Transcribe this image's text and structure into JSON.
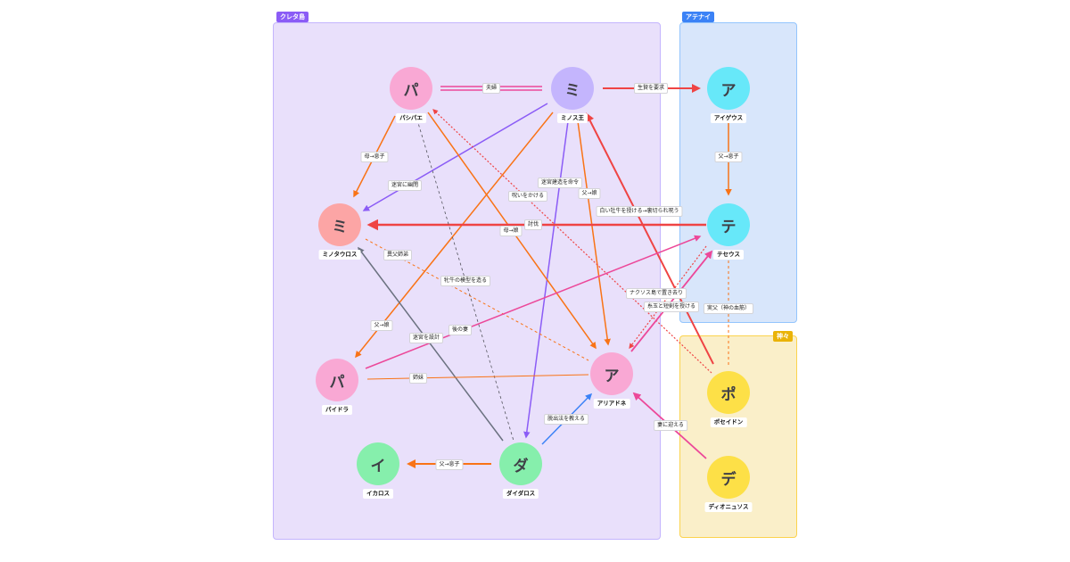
{
  "groups": {
    "crete": {
      "label": "クレタ島",
      "color": "#8b5cf6",
      "bg": "#e9e0fb",
      "border": "#c4b5fd"
    },
    "athens": {
      "label": "アテナイ",
      "color": "#3b82f6",
      "bg": "#d8e6fb",
      "border": "#93c5fd"
    },
    "gods": {
      "label": "神々",
      "color": "#eab308",
      "bg": "#faefc9",
      "border": "#fcd34d"
    }
  },
  "nodes": {
    "pasiphae": {
      "initial": "パ",
      "name": "パシパエ",
      "color": "#f9a8d4"
    },
    "minos": {
      "initial": "ミ",
      "name": "ミノス王",
      "color": "#c4b5fd"
    },
    "aegeus": {
      "initial": "ア",
      "name": "アイゲウス",
      "color": "#67e8f9"
    },
    "minotaur": {
      "initial": "ミ",
      "name": "ミノタウロス",
      "color": "#fca5a5"
    },
    "theseus": {
      "initial": "テ",
      "name": "テセウス",
      "color": "#67e8f9"
    },
    "phaedra": {
      "initial": "パ",
      "name": "パイドラ",
      "color": "#f9a8d4"
    },
    "ariadne": {
      "initial": "ア",
      "name": "アリアドネ",
      "color": "#f9a8d4"
    },
    "poseidon": {
      "initial": "ポ",
      "name": "ポセイドン",
      "color": "#fde047"
    },
    "icarus": {
      "initial": "イ",
      "name": "イカロス",
      "color": "#86efac"
    },
    "daedalus": {
      "initial": "ダ",
      "name": "ダイダロス",
      "color": "#86efac"
    },
    "dionysus": {
      "initial": "デ",
      "name": "ディオニュソス",
      "color": "#fde047"
    }
  },
  "edges": {
    "couple": "夫婦",
    "tribute": "生贄を要求",
    "mother_son": "母→息子",
    "labyrinth_confine": "迷宮に幽閉",
    "order_labyrinth": "迷宮建造を命令",
    "father_daughter_ariadne": "父→娘",
    "curse": "呪いをかける",
    "white_bull": "白い牡牛を授ける→裏切られ呪う",
    "father_son_aegeus": "父→息子",
    "slay": "討伐",
    "mother_daughter": "母→娘",
    "half_sibling": "異父姉弟",
    "cow_model": "牝牛の模型を造る",
    "father_daughter_phaedra": "父→娘",
    "later_wife": "後の妻",
    "design_labyrinth": "迷宮を設計",
    "sisters": "姉妹",
    "abandon_naxos": "ナクソス島で置き去り",
    "thread_sword": "糸玉と短剣を授ける",
    "real_father": "実父（神の血筋）",
    "escape_method": "脱出法を教える",
    "take_wife": "妻に迎える",
    "father_son_daedalus": "父→息子"
  },
  "colors": {
    "red": "#ef4444",
    "orange": "#f97316",
    "purple": "#8b5cf6",
    "pink": "#ec4899",
    "blue": "#3b82f6",
    "gray": "#6b7280",
    "dark": "#52525b"
  }
}
